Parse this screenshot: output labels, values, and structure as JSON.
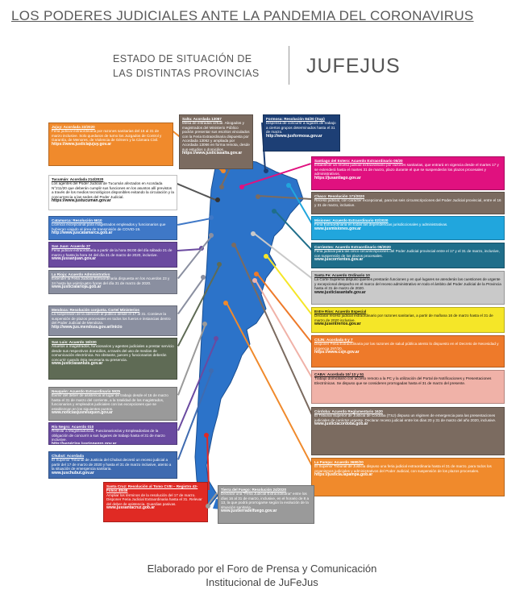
{
  "header": {
    "title": "LOS PODERES JUDICIALES ANTE LA PANDEMIA DEL CORONAVIRUS",
    "subtitle_line1": "ESTADO DE SITUACIÓN DE",
    "subtitle_line2": "LAS DISTINTAS PROVINCIAS",
    "brand": "JUFEJUS"
  },
  "boxes": [
    {
      "id": "jujuy",
      "head": "Jujuy: Acordada 22/2020",
      "body": "Feria judicial extraordinaria por razones sanitarias del 16 al 31 de marzo inclusive. Solo quedaron de turno los Juzgados de Control y Garantía, de Menores, de Violencia de Género y la Cámara Civil.",
      "link": "https://www.justiciajujuy.gov.ar",
      "color": "#f08a2c"
    },
    {
      "id": "salta",
      "head": "Salta: Acordada 13067",
      "body": "Mesa de entradas virtual. Abogados y magistrados del Ministerio Público podrán presentar sus escritos vinculados con la Feria Extraordinaria dispuesta por Acordada 13062 y ampliada por Acordada 13066 en forma remota, desde sus estudios o domicilios.",
      "link": "https://www.justiciasalta.gov.ar",
      "color": "#7b6b60"
    },
    {
      "id": "formosa",
      "head": "Formosa: Resolución 84/20 (Sup)",
      "body": "Dispensa de concurrir a lugares de trabajo a ciertos grupos determinados hasta el 31 de marzo.",
      "link": "http://www.jusformosa.gov.ar",
      "color": "#1d3f75"
    },
    {
      "id": "tucuman",
      "head": "Tucumán: Acordada 214/2020",
      "body": "Los agentes del Poder Judicial de Tucumán afectados en Acordada N°211/20 que deberán cumplir sus funciones en los asuntos allí previstos a través de los medios tecnológicos disponibles evitando la circulación y la concurrencia a las sedes del Poder Judicial.",
      "link": "https://www.justucuman.gov.ar",
      "color": "#ffffff"
    },
    {
      "id": "santiago",
      "head": "Santiago del Estero: Acuerdo Extraordinario 05/20",
      "body": "Establecer un receso judicial extraordinario por razones sanitarias, que entrará en vigencia desde el martes 17 y se extenderá hasta el martes 31 de marzo, plazo durante el que se suspenderán los plazos procesales y administrativos.",
      "link": "https://jusantiago.gov.ar",
      "color": "#e0117f"
    },
    {
      "id": "chaco",
      "head": "Chaco: Resolución 171/2020",
      "body": "Receso judicial, con carácter excepcional, para las seis circunscripciones del Poder Judicial provincial, entre el 16 y 31 de marzo, inclusive.",
      "link": "",
      "color": "#7b6b60"
    },
    {
      "id": "catamarca",
      "head": "Catamarca: Resolución 6610",
      "body": "Licencia excepcional para magistrados empleados y funcionarios que hubieran viajado al área de transmisión de COVID-19.",
      "link": "http://www.juscatamarca.gob.ar",
      "color": "#3f78c7"
    },
    {
      "id": "misiones",
      "head": "Misiones: Acuerdo Extraordinario 02/2020",
      "body": "Feria Extraordinaria en todas las dependencias jurisdiccionales y administrativas.",
      "link": "www.jusmisiones.gov.ar",
      "color": "#21a6dd"
    },
    {
      "id": "sanjuan",
      "head": "San Juan: Acuerdo 27",
      "body": "Feria judicial extraordinaria a partir de la hora 06:00 del día sábado 21 de marzo y hasta la hora 24 del día 31 de marzo de 2020, inclusive.",
      "link": "www.jussanjuan.gov.ar",
      "color": "#6b4aa0"
    },
    {
      "id": "corrientes",
      "head": "Corrientes: Acuerdo Extraordinario 05/2020",
      "body": "Feria judicial para las cinco circunscripciones del Poder Judicial provincial entre el 17 y el 31 de marzo, inclusive, con suspensión de los plazos procesales.",
      "link": "www.juscorrientes.gov.ar",
      "color": "#1f6e8a"
    },
    {
      "id": "larioja",
      "head": "La Rioja: Acuerdo Administrativo",
      "body": "Extender la Feria Judicial Extraordinaria dispuesta en los Acuerdos 23 y 24 hasta las veinticuatro horas del día 31 de marzo de 2020.",
      "link": "www.justicialarioja.gob.ar",
      "color": "#8a8fa0"
    },
    {
      "id": "santafe",
      "head": "Santa Fe: Acuerdo Ordinario 10",
      "body": "La Corte Suprema dispuso quienes prestarán funciones y en qué lugares se atenderán las cuestiones de urgente y excepcional despacho en el marco del receso administrativo en todo el ámbito del Poder Judicial de la Provincia hasta el 31 de marzo de 2020.",
      "link": "www.justiciasantafe.gov.ar",
      "color": "#c9c9c9"
    },
    {
      "id": "mendoza",
      "head": "Mendoza: Resolución conjunta. Corte/ Ministerios",
      "body": "La suspensión de la atención al público desde el 17 al 31. Contieve la suspensión de plazos procesales en todos los fueros e instancias dentro del Poder Judicial de Mendoza.",
      "link": "http://www.jus.mendoza.gov.ar/inicio",
      "color": "#8a8fa0"
    },
    {
      "id": "entrerios",
      "head": "Entre Ríos: Acuerdo Especial",
      "body": "Declarar receso judicial extraordinario por razones sanitarias, a partir de mañana 16 de marzo hasta el 31 de marzo de 2020 inclusive.",
      "link": "www.jusentrerios.gov.ar",
      "color": "#f5e628"
    },
    {
      "id": "sanluis",
      "head": "San Luis: Acuerdo 16/220",
      "body": "Asuetos a magistrados, funcionarios y agentes judiciales a prestar servicio desde sus respectivos domicilios, a través del uso de medios de comunicación electrónica. No obstante, jueces y funcionarios deberán concurrir cuando ésta necesaria su presencia.",
      "link": "www.justiciasanluis.gov.ar",
      "color": "#5f6b55"
    },
    {
      "id": "caba",
      "head": "CSJN: Acordada 6 y 7",
      "body": "Disponer Feria Extraordinaria por las razones de salud pública atento lo dispuesto en el Decreto de Necesidad y Urgencia 297/20.",
      "link": "https://www.csjn.gov.ar",
      "color": "#ee7a2a"
    },
    {
      "id": "neuquen",
      "head": "Neuquén: Acuerdo Extraordinario 5925",
      "body": "Eximir del deber de asistencia al lugar de trabajo desde el 16 de marzo hasta el 31 de marzo del corriente, a la totalidad de los magistrados, funcionarios y empleados judiciales con las excepciones que se establezcan en los siguientes puntos.",
      "link": "www.noticiasjusneuquen.gov.ar",
      "color": "#9a9a9a"
    },
    {
      "id": "ciudad",
      "head": "CABA: Acordada 10/ 13 y 51",
      "body": "Trabajo domiciliario con acceso remoto a la PC y la utilización del Portal de Notificaciones y Presentaciones Electrónicas. Se dispuso que se consideren prorrogadas hasta el 31 de marzo del presente.",
      "link": "",
      "color": "#f0b2a8"
    },
    {
      "id": "rionegro",
      "head": "Río Negro: Acuerdo 010",
      "body": "Relevar a Magistrados/as, Funcionarios/as y Empleados/as de la obligación de concurrir a sus lugares de trabajo hasta el 31 de marzo inclusive.",
      "link": "http://servicios.jusrionegro.gov.ar",
      "color": "#6a4aa0"
    },
    {
      "id": "cordoba",
      "head": "Córdoba: Acuerdo Reglamentario 1620",
      "body": "El Tribunal Superior de Justicia de Córdoba (TSJ) dispuso un régimen de emergencia para las presentaciones judiciales de carácter urgente. Declarar receso judicial entre los días 20 y 31 de marzo del año 2020, inclusive.",
      "link": "www.justiciacordoba.gob.ar",
      "color": "#7b6b60"
    },
    {
      "id": "chubut",
      "head": "Chubut: Acordada",
      "body": "El Superior Tribunal de Justicia del Chubut decretó un receso judicial a partir del 17 de marzo de 2020 y hasta el 31 de marzo inclusive, atento a la situación de emergencia sanitaria.",
      "link": "www.juschubut.gov.ar",
      "color": "#3f6bb0"
    },
    {
      "id": "lapampa",
      "head": "La Pampa: Acuerdo 3680/20",
      "body": "El Superior Tribunal de Justicia dispuso una feria judicial extraordinaria hasta el 31 de marzo, para todos los organismos judiciales y administrativos del Poder Judicial, con suspensión de los plazos procesales.",
      "link": "https://justicia.lapampa.gob.ar",
      "color": "#f08a2c"
    },
    {
      "id": "santacruz",
      "head": "Santa Cruz: Resolución al Tomo CVIII – Registro 43- Folios 45/46",
      "body": "Ampliar los términos de la resolución del 17 de marzo. Disponer Feria Judicial Extraordinaria hasta el 31. Relevar del deber de asistencia. Guardias pasivas.",
      "link": "www.jussantacruz.gob.ar",
      "color": "#e02a24"
    },
    {
      "id": "tierra",
      "head": "Tierra del Fuego: Resolución 24/2020",
      "body": "Declarar una \"Feria Judicial Extraordinaria\" entre los días 16 al 31 de marzo, inclusive, en el horario de 8 a 13, la que podrá prorrogarse según la evolución de la situación sanitaria.",
      "link": "www.justierradelfuego.gov.ar",
      "color": "#9a9a9a"
    }
  ],
  "footer": {
    "line1": "Elaborado por el Foro de Prensa y Comunicación",
    "line2": "Institucional de JuFeJus"
  }
}
